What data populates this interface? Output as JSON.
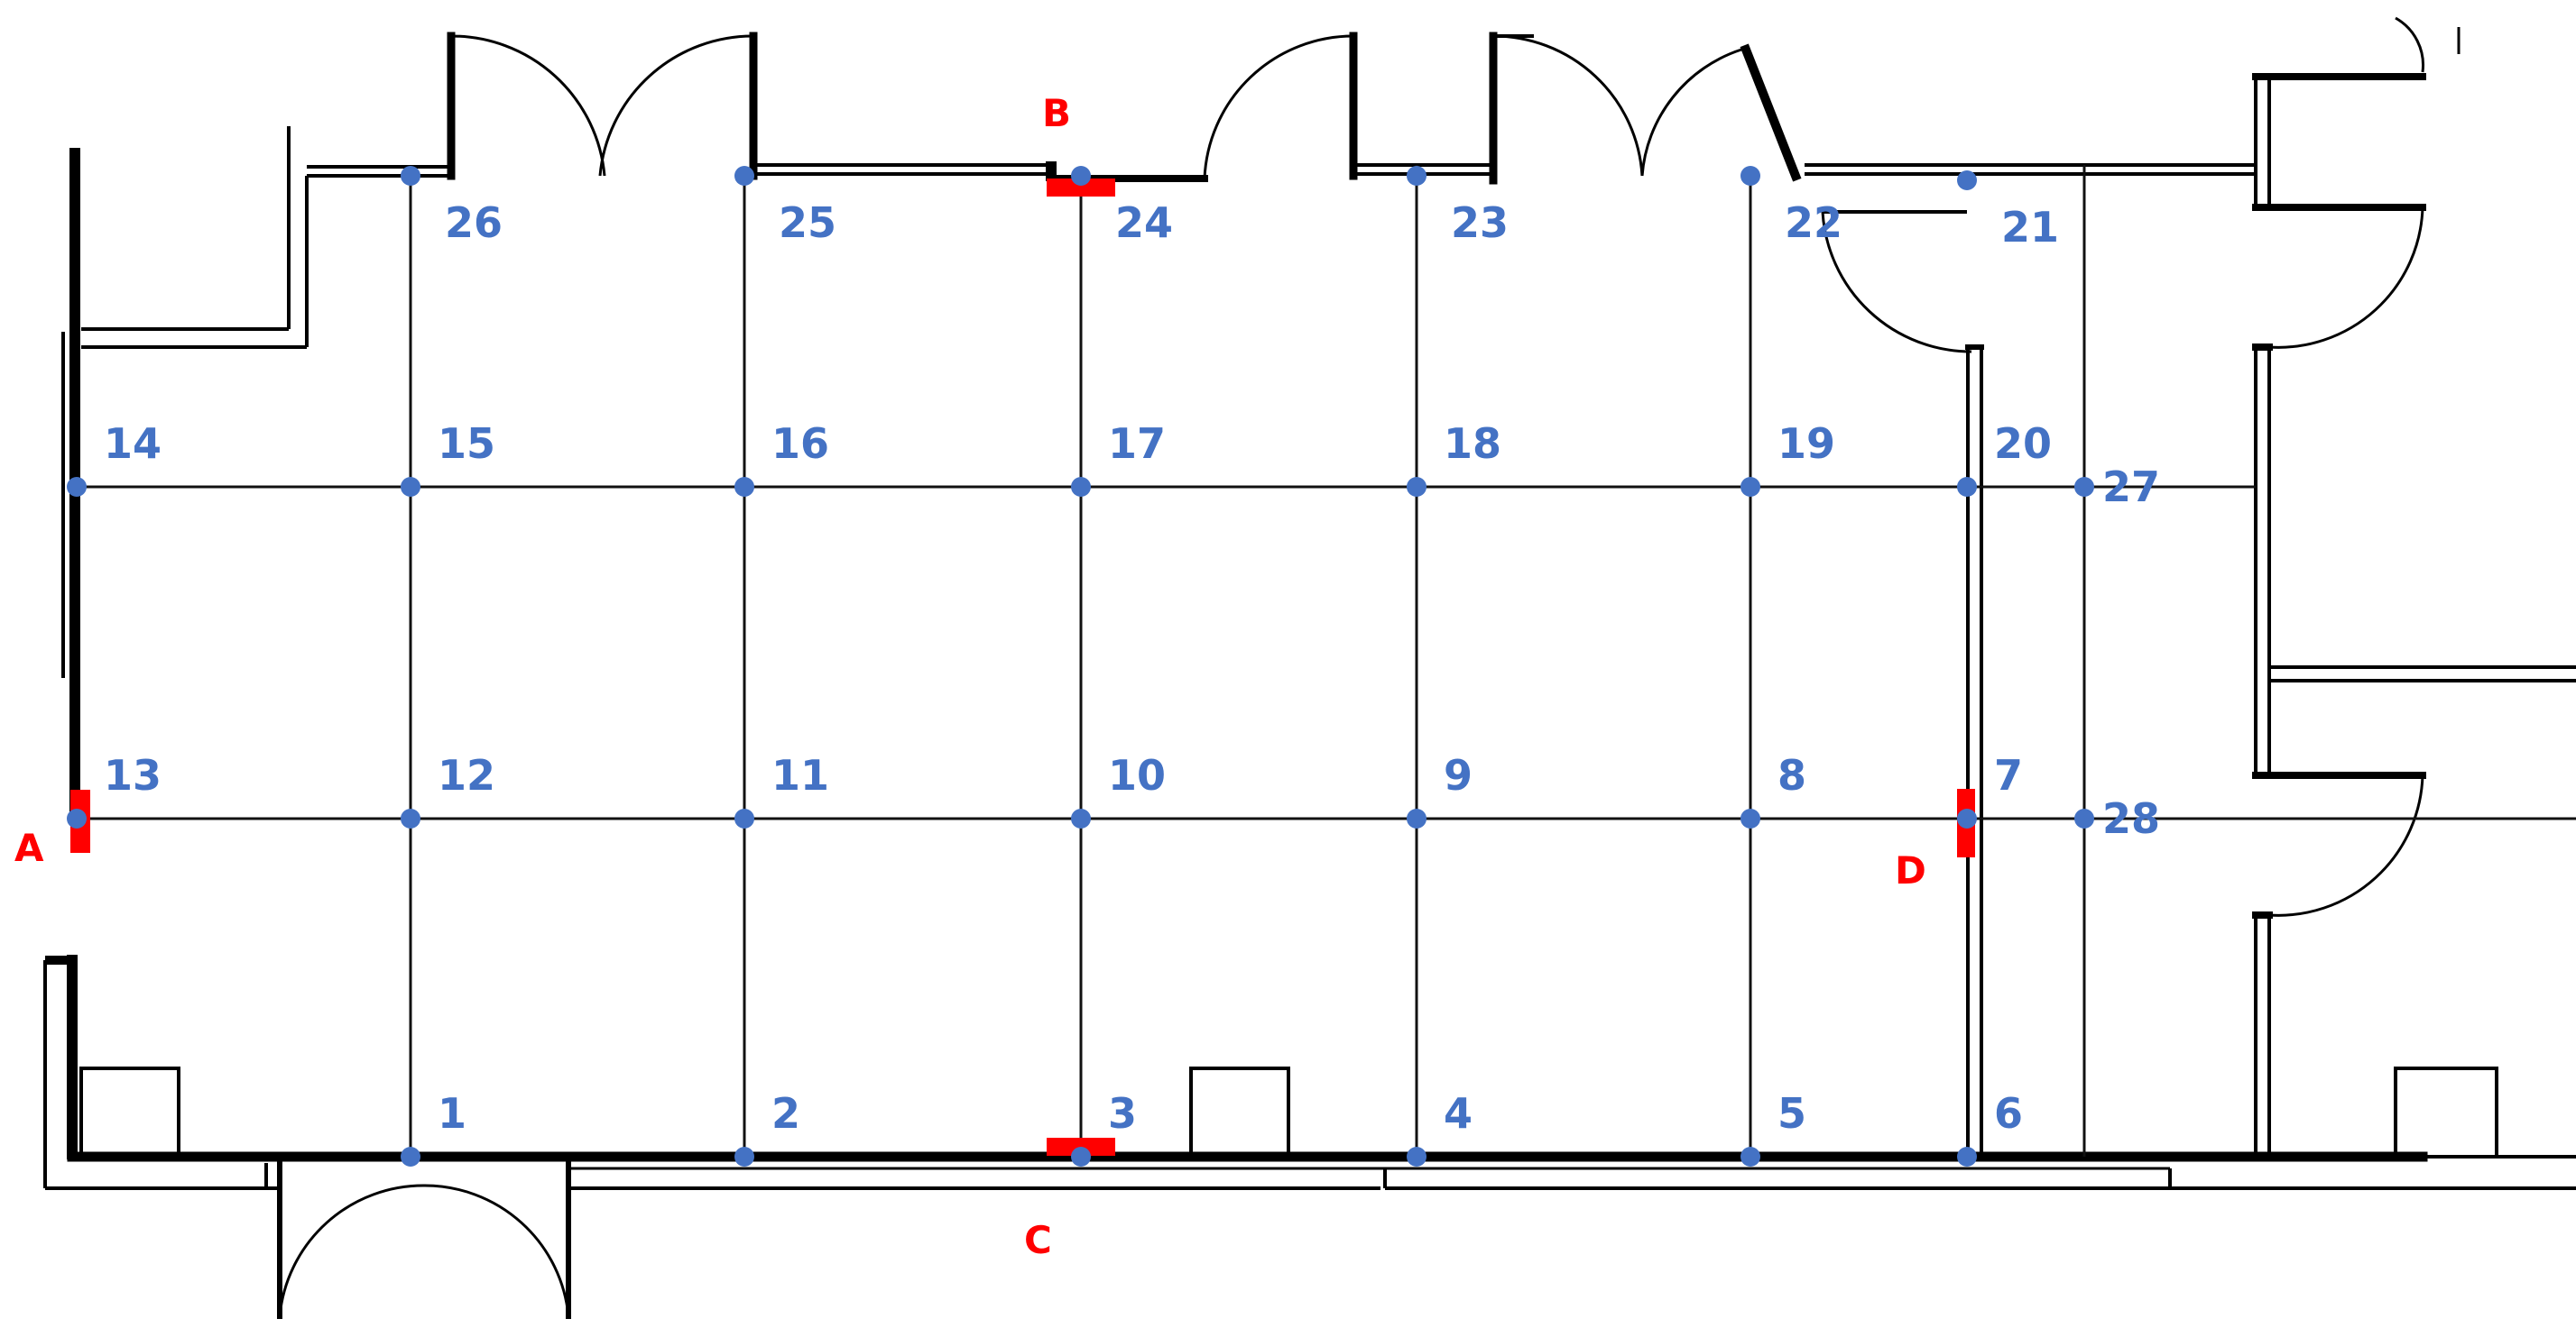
{
  "nodes": [
    {
      "id": "1",
      "gx": 1,
      "gy": 4,
      "label": "1"
    },
    {
      "id": "2",
      "gx": 2,
      "gy": 4,
      "label": "2"
    },
    {
      "id": "3",
      "gx": 3,
      "gy": 4,
      "label": "3"
    },
    {
      "id": "4",
      "gx": 4,
      "gy": 4,
      "label": "4"
    },
    {
      "id": "5",
      "gx": 5,
      "gy": 4,
      "label": "5"
    },
    {
      "id": "6",
      "gx": 6,
      "gy": 4,
      "label": "6"
    },
    {
      "id": "7",
      "gx": 6,
      "gy": 3,
      "label": "7"
    },
    {
      "id": "8",
      "gx": 5,
      "gy": 3,
      "label": "8"
    },
    {
      "id": "9",
      "gx": 4,
      "gy": 3,
      "label": "9"
    },
    {
      "id": "10",
      "gx": 3,
      "gy": 3,
      "label": "10"
    },
    {
      "id": "11",
      "gx": 2,
      "gy": 3,
      "label": "11"
    },
    {
      "id": "12",
      "gx": 1,
      "gy": 3,
      "label": "12"
    },
    {
      "id": "13",
      "gx": 0,
      "gy": 3,
      "label": "13"
    },
    {
      "id": "14",
      "gx": 0,
      "gy": 2,
      "label": "14"
    },
    {
      "id": "15",
      "gx": 1,
      "gy": 2,
      "label": "15"
    },
    {
      "id": "16",
      "gx": 2,
      "gy": 2,
      "label": "16"
    },
    {
      "id": "17",
      "gx": 3,
      "gy": 2,
      "label": "17"
    },
    {
      "id": "18",
      "gx": 4,
      "gy": 2,
      "label": "18"
    },
    {
      "id": "19",
      "gx": 5,
      "gy": 2,
      "label": "19"
    },
    {
      "id": "20",
      "gx": 6,
      "gy": 2,
      "label": "20"
    },
    {
      "id": "21",
      "gx": 6,
      "gy": 1,
      "label": "21"
    },
    {
      "id": "22",
      "gx": 5,
      "gy": 1,
      "label": "22"
    },
    {
      "id": "23",
      "gx": 4,
      "gy": 1,
      "label": "23"
    },
    {
      "id": "24",
      "gx": 3,
      "gy": 1,
      "label": "24"
    },
    {
      "id": "25",
      "gx": 2,
      "gy": 1,
      "label": "25"
    },
    {
      "id": "26",
      "gx": 1,
      "gy": 1,
      "label": "26"
    },
    {
      "id": "27",
      "gx": 7,
      "gy": 2,
      "label": "27"
    },
    {
      "id": "28",
      "gx": 7,
      "gy": 3,
      "label": "28"
    }
  ],
  "markers": [
    {
      "id": "A",
      "label": "A",
      "orientation": "vertical"
    },
    {
      "id": "B",
      "label": "B",
      "orientation": "horizontal"
    },
    {
      "id": "C",
      "label": "C",
      "orientation": "horizontal"
    },
    {
      "id": "D",
      "label": "D",
      "orientation": "vertical"
    }
  ],
  "colors": {
    "node": "#4472C4",
    "marker": "#FF0000",
    "wall": "#000000",
    "background": "#FFFFFF"
  }
}
